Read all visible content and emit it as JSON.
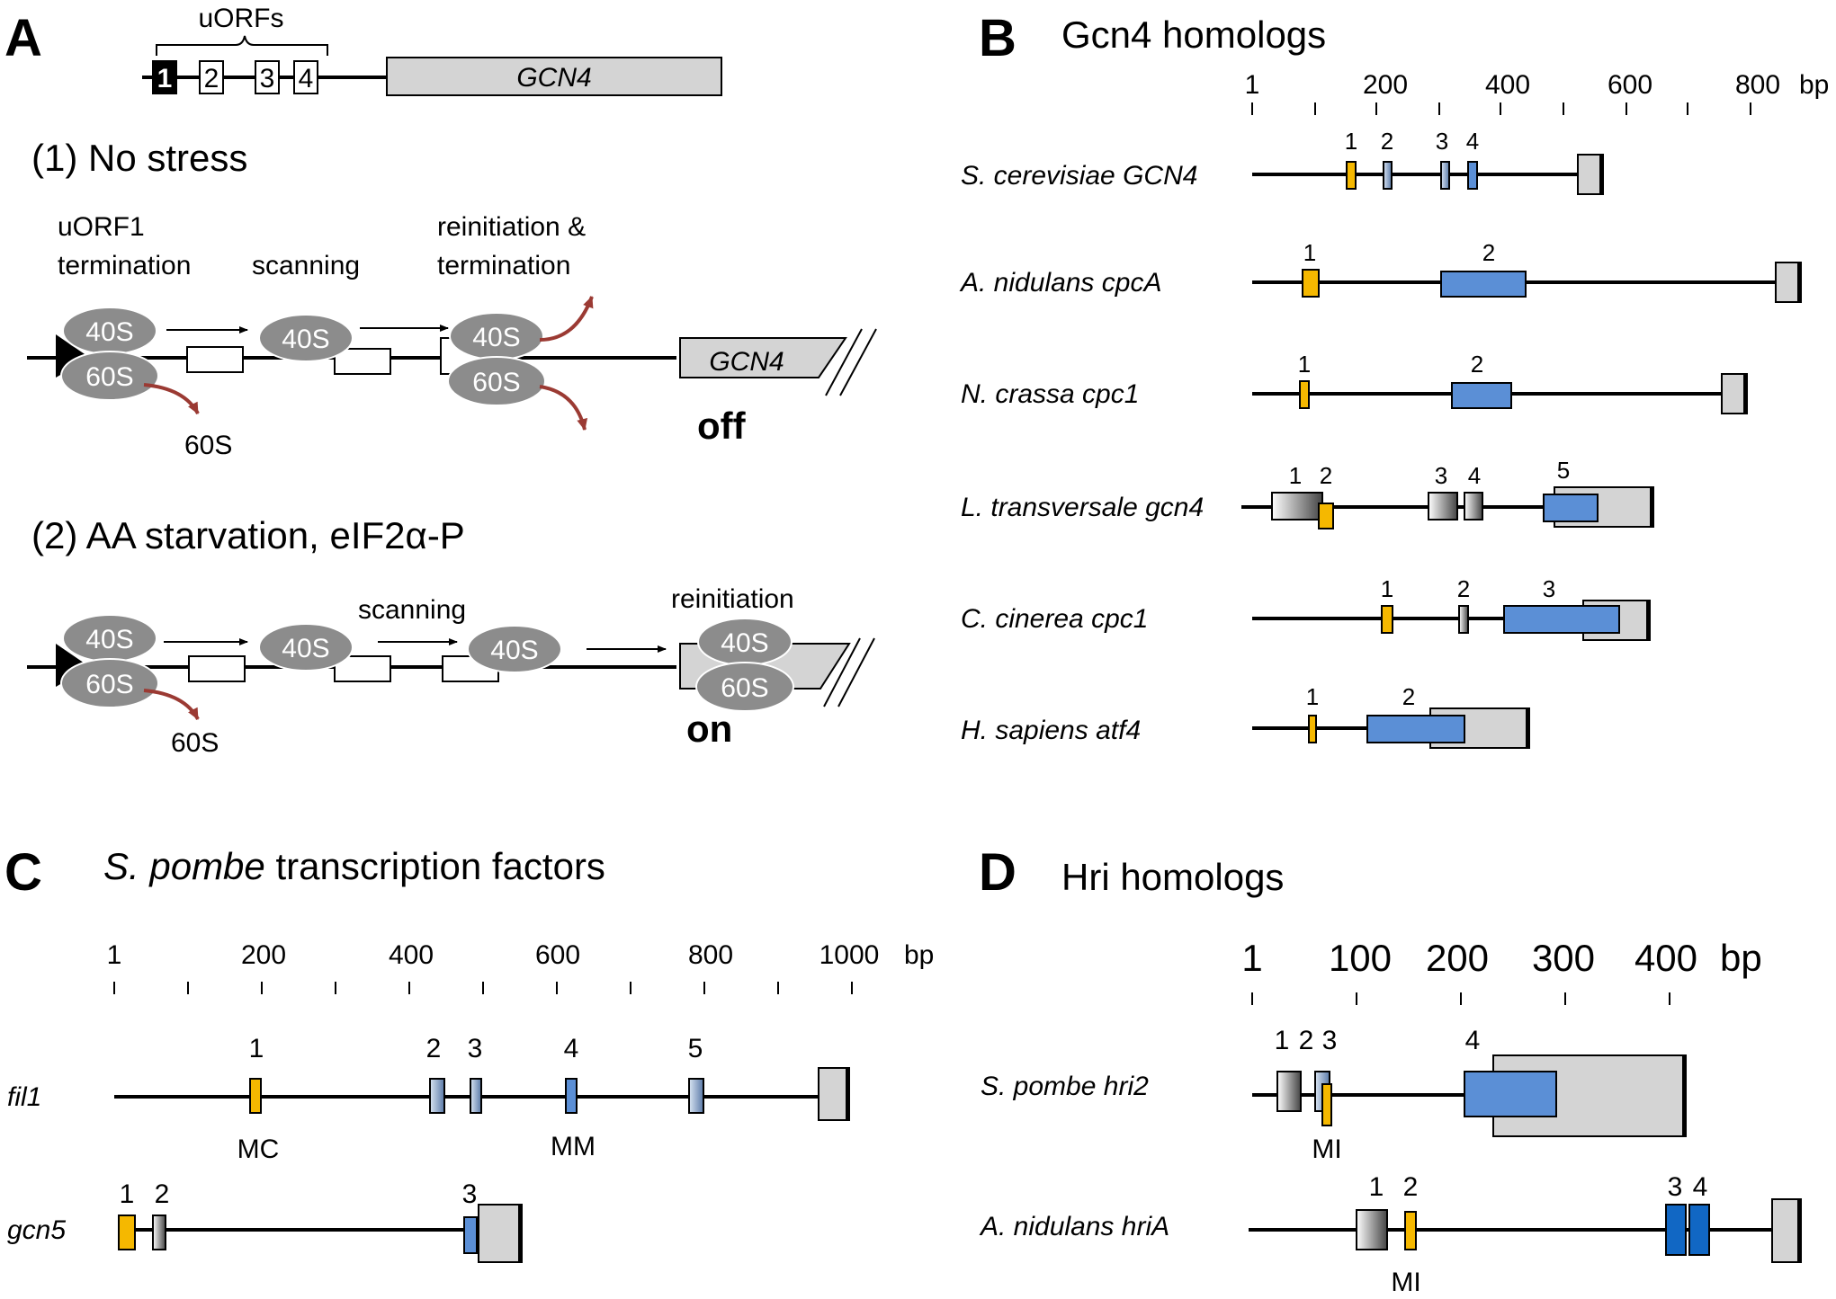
{
  "colors": {
    "yellow": "#f5b800",
    "blue": "#5b8fd6",
    "blue_dark": "#1167c4",
    "grey": "#d4d4d4",
    "ribosome": "#8c8c8c",
    "arrow_red": "#9b3a33"
  },
  "panel_a": {
    "label": "A",
    "uorfs_label": "uORFs",
    "uorf_numbers": [
      "1",
      "2",
      "3",
      "4"
    ],
    "gene": "GCN4",
    "no_stress": {
      "title": "(1) No stress",
      "uorf1_line1": "uORF1",
      "uorf1_line2": "termination",
      "scanning": "scanning",
      "reinit_line1": "reinitiation &",
      "reinit_line2": "termination",
      "small_subunit": "40S",
      "large_subunit": "60S",
      "released": "60S",
      "gene": "GCN4",
      "state": "off"
    },
    "aa_starvation": {
      "title_prefix": "(2) AA starvation, eIF2",
      "title_alpha": "α",
      "title_suffix": "-P",
      "scanning": "scanning",
      "reinitiation": "reinitiation",
      "small_subunit": "40S",
      "large_subunit": "60S",
      "released": "60S",
      "state": "on"
    }
  },
  "panel_b": {
    "label": "B",
    "title": "Gcn4 homologs",
    "axis_ticks": [
      "1",
      "200",
      "400",
      "600",
      "800"
    ],
    "axis_unit": "bp",
    "genes": [
      {
        "species": "S. cerevisiae",
        "gene": "GCN4",
        "uorf_labels": [
          "1",
          "2",
          "3",
          "4"
        ]
      },
      {
        "species": "A. nidulans",
        "gene": "cpcA",
        "uorf_labels": [
          "1",
          "2"
        ]
      },
      {
        "species": "N. crassa",
        "gene": "cpc1",
        "uorf_labels": [
          "1",
          "2"
        ]
      },
      {
        "species": "L. transversale",
        "gene": "gcn4",
        "uorf_labels": [
          "1",
          "2",
          "3",
          "4",
          "5"
        ]
      },
      {
        "species": "C. cinerea",
        "gene": "cpc1",
        "uorf_labels": [
          "1",
          "2",
          "3"
        ]
      },
      {
        "species": "H. sapiens",
        "gene": "atf4",
        "uorf_labels": [
          "1",
          "2"
        ]
      }
    ]
  },
  "panel_c": {
    "label": "C",
    "title_italic": "S. pombe",
    "title_rest": " transcription factors",
    "axis_ticks": [
      "1",
      "200",
      "400",
      "600",
      "800",
      "1000"
    ],
    "axis_unit": "bp",
    "genes": [
      {
        "gene": "fil1",
        "uorf_labels": [
          "1",
          "2",
          "3",
          "4",
          "5"
        ],
        "notes": [
          "MC",
          "MM"
        ]
      },
      {
        "gene": "gcn5",
        "uorf_labels": [
          "1",
          "2",
          "3"
        ]
      }
    ]
  },
  "panel_d": {
    "label": "D",
    "title": "Hri homologs",
    "axis_ticks": [
      "1",
      "100",
      "200",
      "300",
      "400"
    ],
    "axis_unit": "bp",
    "genes": [
      {
        "species": "S. pombe",
        "gene": "hri2",
        "uorf_labels": [
          "1",
          "2",
          "3",
          "4"
        ],
        "notes": [
          "MI"
        ]
      },
      {
        "species": "A. nidulans",
        "gene": "hriA",
        "uorf_labels": [
          "1",
          "2",
          "3",
          "4"
        ],
        "notes": [
          "MI"
        ]
      }
    ]
  }
}
